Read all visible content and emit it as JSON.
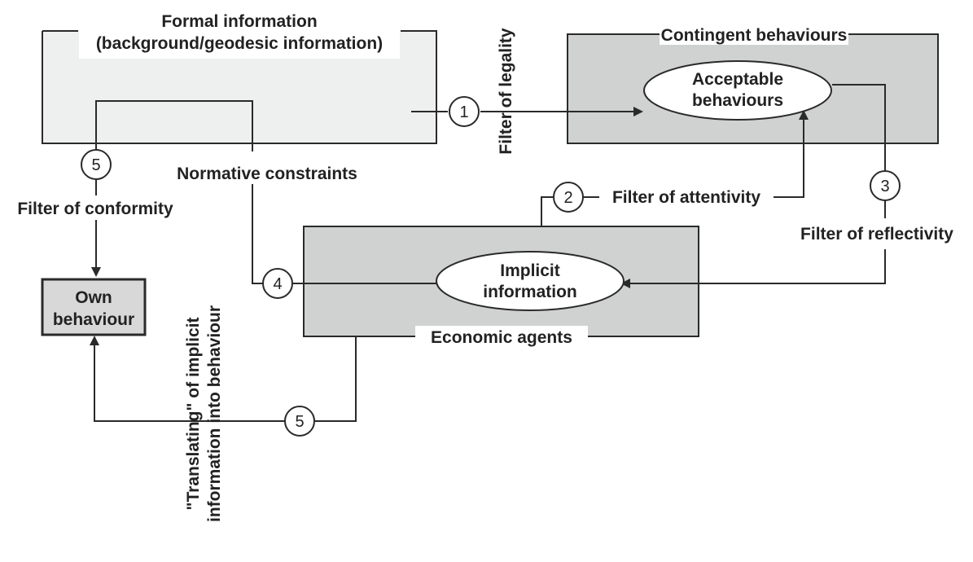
{
  "colors": {
    "line": "#2a2a2a",
    "box_light": "#eef0f0",
    "box_mid": "#d0d1d1",
    "own_box": "#d8d8d8",
    "ellipse_fill": "#ffffff"
  },
  "boxes": {
    "formal_title_1": "Formal information",
    "formal_title_2": "(background/geodesic information)",
    "contingent_title": "Contingent behaviours",
    "economic_title": "Economic agents"
  },
  "nodes": {
    "acceptable_1": "Acceptable",
    "acceptable_2": "behaviours",
    "implicit_1": "Implicit",
    "implicit_2": "information",
    "own_1": "Own",
    "own_2": "behaviour"
  },
  "labels": {
    "filter_legality": "Filter of legality",
    "normative_constraints": "Normative constraints",
    "filter_attentivity": "Filter of attentivity",
    "filter_reflectivity": "Filter of reflectivity",
    "filter_conformity": "Filter of conformity",
    "translating_1": "\"Translating\" of implicit",
    "translating_2": "information into behaviour"
  },
  "steps": {
    "one": "1",
    "two": "2",
    "three": "3",
    "four": "4",
    "five_top": "5",
    "five_bottom": "5"
  }
}
